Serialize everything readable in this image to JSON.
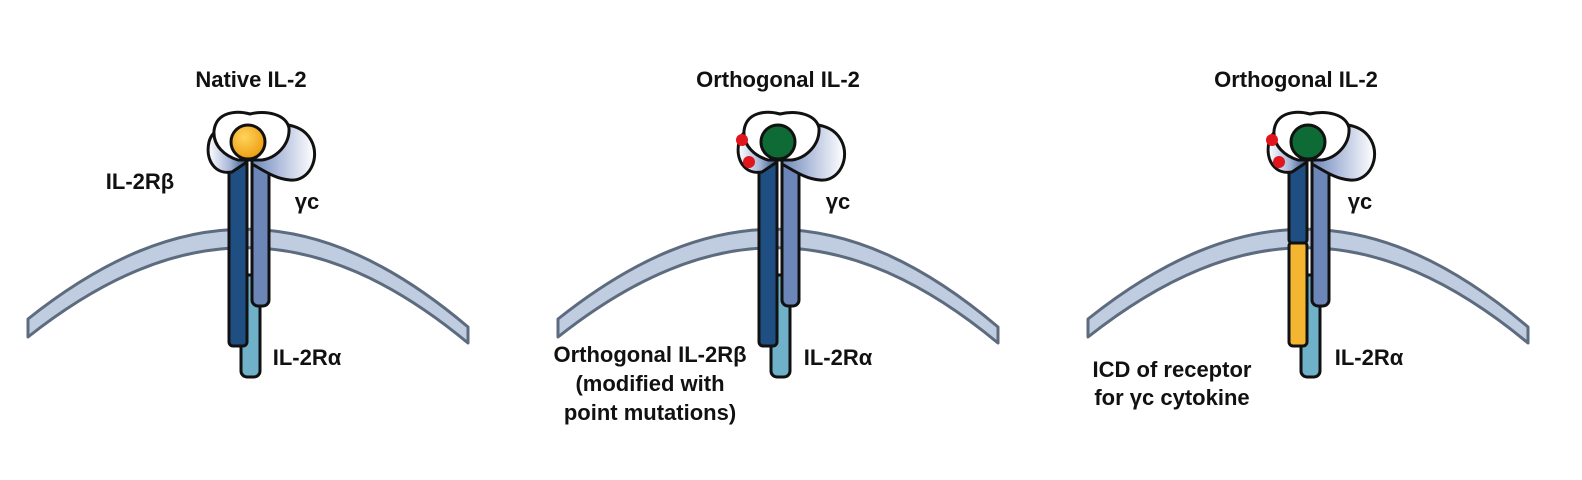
{
  "panels": [
    {
      "title": "Native IL-2",
      "receptor_beta_label": "IL-2Rβ",
      "gamma_label": "γc",
      "alpha_label": "IL-2Rα",
      "cytokine_color": "#f2a81e",
      "mutation_dots": false,
      "icd_swapped": false
    },
    {
      "title": "Orthogonal IL-2",
      "receptor_beta_label": "Orthogonal IL-2Rβ",
      "receptor_beta_note_1": "(modified with",
      "receptor_beta_note_2": "point mutations)",
      "gamma_label": "γc",
      "alpha_label": "IL-2Rα",
      "cytokine_color": "#0f6b35",
      "mutation_dots": true,
      "icd_swapped": false
    },
    {
      "title": "Orthogonal IL-2",
      "gamma_label": "γc",
      "alpha_label": "IL-2Rα",
      "icd_label_1": "ICD of receptor",
      "icd_label_2": "for γc cytokine",
      "cytokine_color": "#0f6b35",
      "mutation_dots": true,
      "icd_swapped": true
    }
  ],
  "colors": {
    "membrane_fill": "#c0cce0",
    "membrane_stroke": "#5d6b7e",
    "beta_chain": "#1f4f82",
    "gamma_chain": "#6d86b8",
    "alpha_chain": "#6fb1c8",
    "icd_fill": "#f4b531",
    "mutation_dot": "#e0151e",
    "outline": "#111111"
  }
}
